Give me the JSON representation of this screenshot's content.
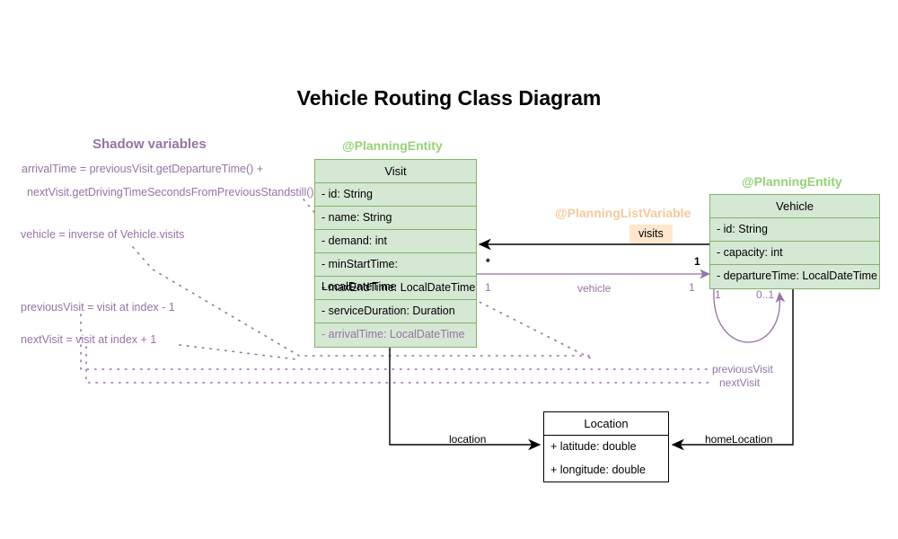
{
  "title": "Vehicle Routing Class Diagram",
  "colors": {
    "entity_fill": "#d5e8d4",
    "entity_stroke": "#82b366",
    "entity_stereotype": "#97d077",
    "shadow_purple": "#9673a6",
    "listvar_orange": "#f5c99c",
    "listvar_chip_fill": "#ffe6cc",
    "plain_stroke": "#000000"
  },
  "stereotypes": {
    "visit": "@PlanningEntity",
    "vehicle": "@PlanningEntity",
    "visits_list": "@PlanningListVariable"
  },
  "classes": {
    "visit": {
      "name": "Visit",
      "attributes": [
        "- id: String",
        "- name: String",
        "- demand: int",
        "- minStartTime: LocalDateTime",
        "- maxEndTime: LocalDateTime",
        "- serviceDuration: Duration",
        "- arrivalTime: LocalDateTime"
      ]
    },
    "vehicle": {
      "name": "Vehicle",
      "attributes": [
        "- id: String",
        "- capacity: int",
        "- departureTime: LocalDateTime"
      ]
    },
    "location": {
      "name": "Location",
      "attributes": [
        "+ latitude: double",
        "+ longitude: double"
      ]
    }
  },
  "shadow_panel": {
    "title": "Shadow variables",
    "lines": [
      "arrivalTime = previousVisit.getDepartureTime() +",
      "nextVisit.getDrivingTimeSecondsFromPreviousStandstill()",
      "vehicle = inverse of Vehicle.visits",
      "previousVisit = visit at index - 1",
      "nextVisit = visit at index + 1"
    ]
  },
  "associations": {
    "visits": {
      "label": "visits",
      "source_mult": "1",
      "target_mult": "*"
    },
    "vehicle": {
      "label": "vehicle",
      "source_mult": "1",
      "target_mult": "1"
    },
    "previous_visit": {
      "label": "previousVisit"
    },
    "next_visit": {
      "label": "nextVisit"
    },
    "self_loop": {
      "source_mult": "1",
      "target_mult": "0..1"
    },
    "location": {
      "label": "location"
    },
    "home_location": {
      "label": "homeLocation"
    }
  }
}
